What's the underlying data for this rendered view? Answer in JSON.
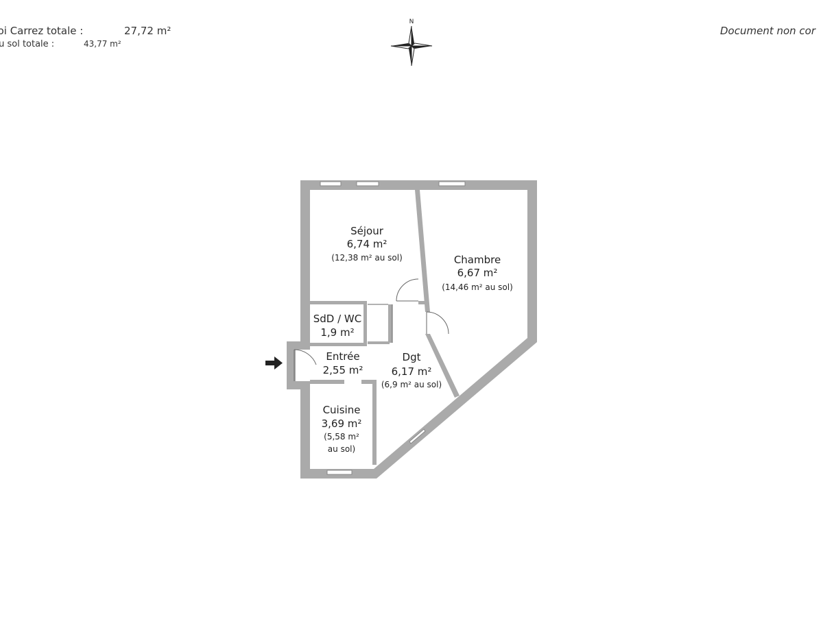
{
  "header": {
    "carrez_label": "cie loi Carrez totale :",
    "carrez_value": "27,72 m²",
    "sol_label": "e au sol totale :",
    "sol_value": "43,77 m²",
    "disclaimer": "Document non cor"
  },
  "compass": {
    "north": "N"
  },
  "rooms": {
    "sejour": {
      "name": "Séjour",
      "area": "6,74 m²",
      "sol": "(12,38 m² au sol)"
    },
    "chambre": {
      "name": "Chambre",
      "area": "6,67 m²",
      "sol": "(14,46 m² au sol)"
    },
    "sdd": {
      "name": "SdD / WC",
      "area": "1,9 m²"
    },
    "entree": {
      "name": "Entrée",
      "area": "2,55 m²"
    },
    "dgt": {
      "name": "Dgt",
      "area": "6,17 m²",
      "sol": "(6,9 m² au sol)"
    },
    "cuisine": {
      "name": "Cuisine",
      "area": "3,69 m²",
      "sol_line1": "(5,58 m²",
      "sol_line2": "au sol)"
    }
  },
  "colors": {
    "wall": "#aaaaaa",
    "wall_inner": "#d0d0d0",
    "ink": "#222222",
    "background": "#ffffff"
  }
}
